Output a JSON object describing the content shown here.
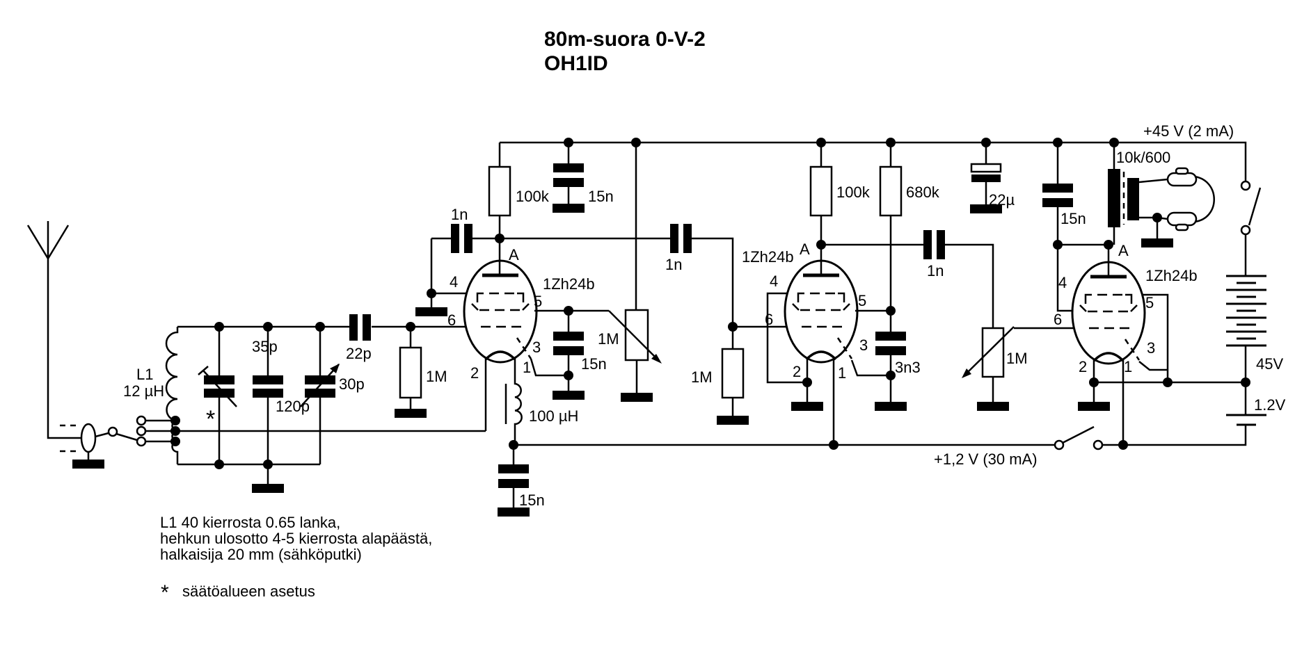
{
  "title": "80m-suora 0-V-2",
  "subtitle": "OH1ID",
  "power": {
    "b_plus": "+45 V (2 mA)",
    "filament": "+1,2 V  (30 mA)",
    "battery_hv": "45V",
    "battery_lv": "1.2V"
  },
  "tube": {
    "type": "1Zh24b",
    "anode": "A",
    "pins": {
      "p1": "1",
      "p2": "2",
      "p3": "3",
      "p4": "4",
      "p5": "5",
      "p6": "6"
    }
  },
  "input": {
    "coil_ref": "L1",
    "coil_value": "12 µH",
    "trimmer": "35p",
    "trimmer_mark": "*",
    "padder": "120p",
    "tuning": "30p",
    "grid_cap": "22p"
  },
  "stage1": {
    "grid_leak": "1M",
    "anode_res": "100k",
    "rail_bypass": "15n",
    "grid2_cap": "1n",
    "screen_bypass": "15n",
    "regen_pot": "1M",
    "fil_choke": "100 µH",
    "fil_bypass": "15n"
  },
  "stage2": {
    "coupling_cap": "1n",
    "grid_leak": "1M",
    "anode_res": "100k",
    "screen_res": "680k",
    "screen_bypass": "3n3"
  },
  "stage3": {
    "coupling_cap": "1n",
    "volume_pot": "1M",
    "elec_cap": "22µ",
    "out_bypass": "15n",
    "transformer": "10k/600"
  },
  "notes": {
    "line1": "L1  40 kierrosta 0.65 lanka,",
    "line2": "hehkun ulosotto 4-5 kierrosta alapäästä,",
    "line3": "halkaisija 20 mm (sähköputki)",
    "footnote_mark": "*",
    "footnote": "säätöalueen asetus"
  }
}
